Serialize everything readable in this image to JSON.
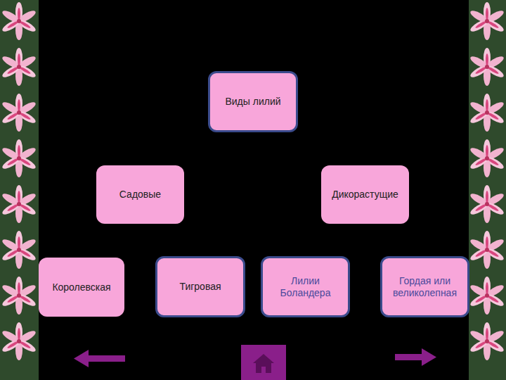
{
  "diagram": {
    "nodes": [
      {
        "text": [
          "Виды лилий"
        ]
      },
      {
        "text": [
          "Садовые"
        ]
      },
      {
        "text": [
          "Дикорастущие"
        ]
      },
      {
        "text": [
          "Королевская"
        ]
      },
      {
        "text": [
          "Тигровая"
        ]
      },
      {
        "text": [
          "Лилии Боландера"
        ]
      },
      {
        "text": [
          "Гордая или великолепная"
        ]
      }
    ]
  }
}
